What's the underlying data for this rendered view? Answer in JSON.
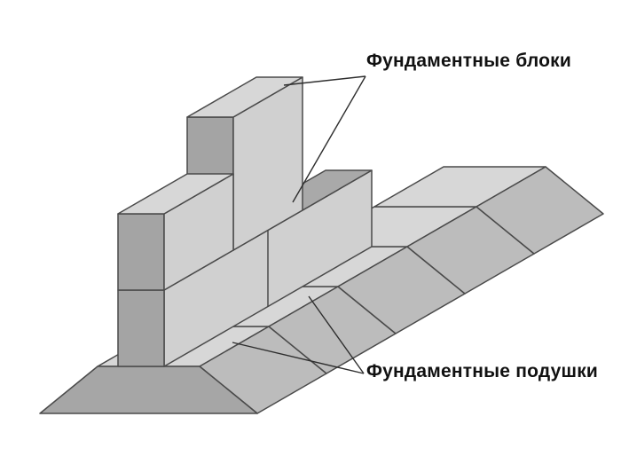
{
  "diagram": {
    "type": "isometric-construction-diagram",
    "subject": "strip-foundation-of-precast-blocks-on-cushions",
    "labels": {
      "blocks": "Фундаментные блоки",
      "cushions": "Фундаментные подушки"
    },
    "colors": {
      "background": "#ffffff",
      "face_light": "#d7d7d7",
      "face_front": "#d0d0d0",
      "face_medium": "#bcbcbc",
      "face_dark": "#a6a6a6",
      "face_end": "#a4a4a4",
      "face_shade": "#a9a9a9",
      "outline": "#4a4a4a",
      "leader_line": "#2e2e2e",
      "text": "#111111"
    }
  }
}
